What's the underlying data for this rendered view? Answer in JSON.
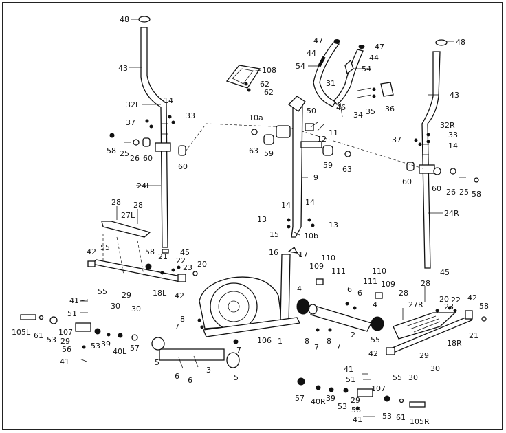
{
  "labels": [
    "48",
    "43",
    "32L",
    "14",
    "33",
    "37",
    "58",
    "25",
    "26",
    "60",
    "60",
    "24L",
    "45",
    "108",
    "62",
    "62",
    "47",
    "44",
    "54",
    "47",
    "44",
    "54",
    "31",
    "35",
    "36",
    "34",
    "46",
    "10a",
    "50",
    "12",
    "11",
    "63",
    "59",
    "59",
    "63",
    "9",
    "48",
    "43",
    "32R",
    "33",
    "37",
    "14",
    "60",
    "60",
    "26",
    "25",
    "58",
    "24R",
    "45",
    "28",
    "28",
    "27L",
    "55",
    "42",
    "58",
    "21",
    "22",
    "23",
    "20",
    "55",
    "30",
    "29",
    "30",
    "18L",
    "42",
    "14",
    "14",
    "13",
    "13",
    "15",
    "10b",
    "16",
    "17",
    "110",
    "109",
    "111",
    "110",
    "111",
    "109",
    "41",
    "51",
    "105L",
    "61",
    "53",
    "107",
    "29",
    "39",
    "40L",
    "57",
    "56",
    "53",
    "41",
    "4",
    "6",
    "6",
    "4",
    "2",
    "8",
    "7",
    "8",
    "7",
    "28",
    "28",
    "27R",
    "20",
    "22",
    "23",
    "42",
    "58",
    "21",
    "55",
    "42",
    "18R",
    "29",
    "30",
    "30",
    "55",
    "8",
    "7",
    "106",
    "1",
    "5",
    "6",
    "6",
    "3",
    "5",
    "41",
    "51",
    "107",
    "57",
    "40R",
    "39",
    "53",
    "29",
    "56",
    "53",
    "61",
    "105R",
    "41",
    "7"
  ]
}
